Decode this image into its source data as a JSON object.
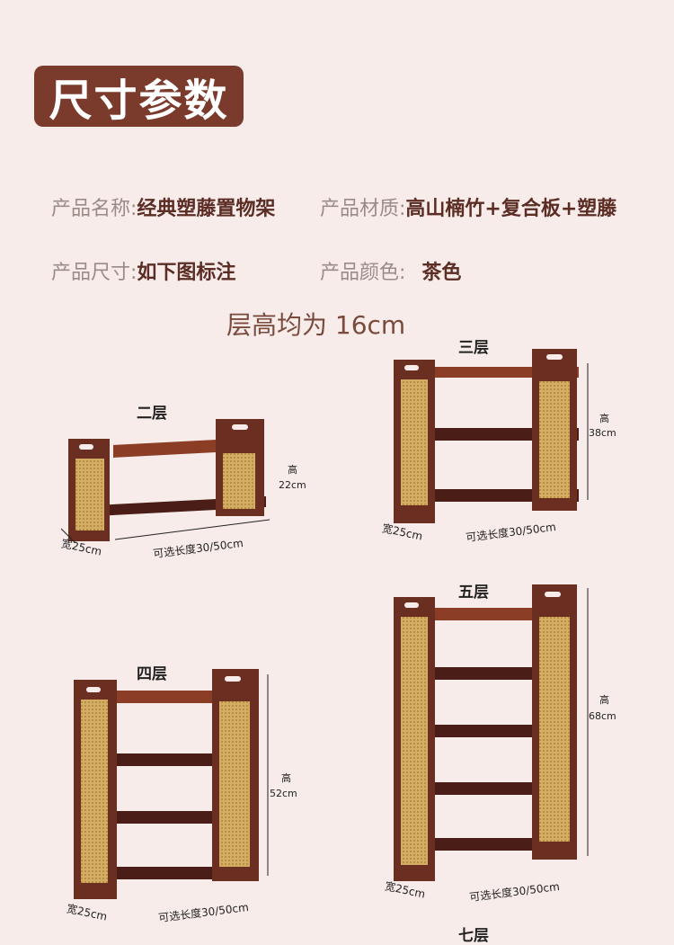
{
  "title": "尺寸参数",
  "specs": {
    "name_key": "产品名称:",
    "name_val": "经典塑藤置物架",
    "material_key": "产品材质:",
    "material_val": "高山楠竹+复合板+塑藤",
    "size_key": "产品尺寸:",
    "size_val": "如下图标注",
    "color_key": "产品颜色:",
    "color_val": "茶色"
  },
  "layer_note": "层高均为 16cm",
  "shelves": {
    "two": {
      "label": "二层",
      "height_char": "高",
      "height_val": "22cm",
      "width": "宽25cm",
      "length": "可选长度30/50cm"
    },
    "three": {
      "label": "三层",
      "height_char": "高",
      "height_val": "38cm",
      "width": "宽25cm",
      "length": "可选长度30/50cm"
    },
    "four": {
      "label": "四层",
      "height_char": "高",
      "height_val": "52cm",
      "width": "宽25cm",
      "length": "可选长度30/50cm"
    },
    "five": {
      "label": "五层",
      "height_char": "高",
      "height_val": "68cm",
      "width": "宽25cm",
      "length": "可选长度30/50cm"
    }
  },
  "bottom_cut_label": "七层",
  "colors": {
    "badge": "#7a3a2c",
    "wood": "#6b2f22",
    "rattan": "#c9a25a"
  }
}
